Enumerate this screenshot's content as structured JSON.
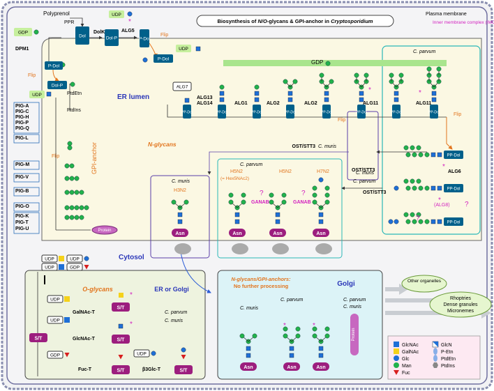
{
  "title": "Biosynthesis of N/O-glycans & GPI-anchor in Cryptosporidium",
  "title_parts": {
    "a": "Biosynthesis of ",
    "b": "N/O",
    "c": "-glycans & GPI-anchor in ",
    "d": "Cryptosporidium"
  },
  "membranes": {
    "plasma": "Plasma membrane",
    "imc": "Inner membrane complex (IMC)"
  },
  "compartments": {
    "er_lumen": "ER lumen",
    "cytosol": "Cytosol",
    "gpi_anchor": "GPI-anchor",
    "n_glycans": "N-glycans",
    "er_or_golgi": "ER or Golgi",
    "o_glycans": "O-glycans",
    "golgi": "Golgi",
    "golgi_note_1": "N-glycans/GPI-anchors:",
    "golgi_note_2": "No further processing"
  },
  "donors": {
    "udp": "UDP",
    "gdp": "GDP",
    "p_dol": "P-Dol",
    "dol": "Dol",
    "dol_p": "Dol-P",
    "pp_dol": "PP-Dol",
    "polyprenol": "Polyprenol",
    "ptdetn": "PtdEtn",
    "ptdins": "PtdIns",
    "protein": "Protein",
    "asn": "Asn",
    "st": "S/T"
  },
  "enzymes": {
    "ppr": "PPR",
    "dolk": "DolK",
    "alg5": "ALG5",
    "dpm1": "DPM1",
    "alg7": "ALG7",
    "alg13": "ALG13",
    "alg14": "ALG14",
    "alg1": "ALG1",
    "alg2": "ALG2",
    "alg11": "ALG11",
    "alg6": "ALG6",
    "alg8": "(ALG8)",
    "ost": "OST/STT3",
    "ganab": "GANAB",
    "galnac_t": "GalNAc-T",
    "glcnac_t": "GlcNAc-T",
    "fuc_t": "Fuc-T",
    "b3glc_t": "β3Glc-T",
    "flip": "Flip"
  },
  "pig": [
    "PIG-A",
    "PIG-C",
    "PIG-H",
    "PIG-P",
    "PIG-Q",
    "PIG-L",
    "PIG-M",
    "PIG-V",
    "PIG-B",
    "PIG-O",
    "PIG-K",
    "PIG-T",
    "PIG-U"
  ],
  "species": {
    "parvum": "C. parvum",
    "muris": "C. muris"
  },
  "h_labels": {
    "h3n2": "H3N2",
    "h5n2": "H5N2",
    "h5n2_alt": "(= Hex5NAc2)",
    "h7n2": "H7N2"
  },
  "q": "?",
  "star": "*",
  "outputs": {
    "other": "Other organelles",
    "rhoptries": "Rhoptries",
    "dense": "Dense granules",
    "micronemes": "Micronemes"
  },
  "legend": [
    {
      "label": "GlcNAc",
      "shape": "square",
      "color": "#1f6fd6"
    },
    {
      "label": "GalNAc",
      "shape": "square",
      "color": "#f5d21a"
    },
    {
      "label": "Glc",
      "shape": "circle",
      "color": "#1f6fd6"
    },
    {
      "label": "Man",
      "shape": "circle",
      "color": "#22b24c"
    },
    {
      "label": "Fuc",
      "shape": "triangle",
      "color": "#d81e1e"
    },
    {
      "label": "GlcN",
      "shape": "halfsquare",
      "color": "#1f6fd6"
    },
    {
      "label": "P-Etn",
      "shape": "pill",
      "color": "#88aee8"
    },
    {
      "label": "PtdEtn",
      "shape": "pill2",
      "color": "#88aee8"
    },
    {
      "label": "PtdIns",
      "shape": "hex",
      "color": "#888888"
    }
  ],
  "colors": {
    "glcnac": "#1f6fd6",
    "man": "#22b24c",
    "gdp_bar": "#a9e58d",
    "gdp_box": "#c6ef9d",
    "dol": "#00608a",
    "asn": "#9c1e7e",
    "orange": "#e2751e",
    "magenta": "#d21fbf",
    "blue_text": "#2a36b8",
    "er_fill": "#fbf8e3",
    "golgi_fill": "#dcf3f7",
    "ergolgi_fill": "#eef3df",
    "teal": "#2ab7b7",
    "purple": "#5a3ea8"
  }
}
